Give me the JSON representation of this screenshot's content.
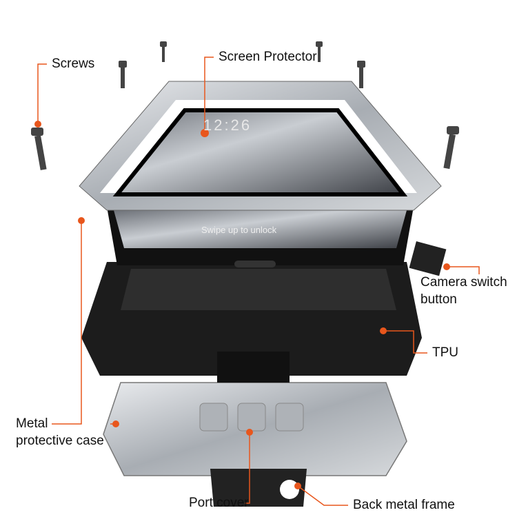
{
  "labels": {
    "screws": "Screws",
    "screen_protector": "Screen Protector",
    "camera_switch_line1": "Camera switch",
    "camera_switch_line2": "button",
    "tpu": "TPU",
    "metal_case_line1": "Metal",
    "metal_case_line2": "protective case",
    "port_cover": "Port cover",
    "back_metal_frame": "Back metal frame"
  },
  "phone_screen": {
    "time": "12:26",
    "unlock_text": "Swipe up to unlock"
  },
  "colors": {
    "accent": "#e8561c",
    "metal": "#c9ccd0",
    "tpu": "#1c1c1c"
  }
}
